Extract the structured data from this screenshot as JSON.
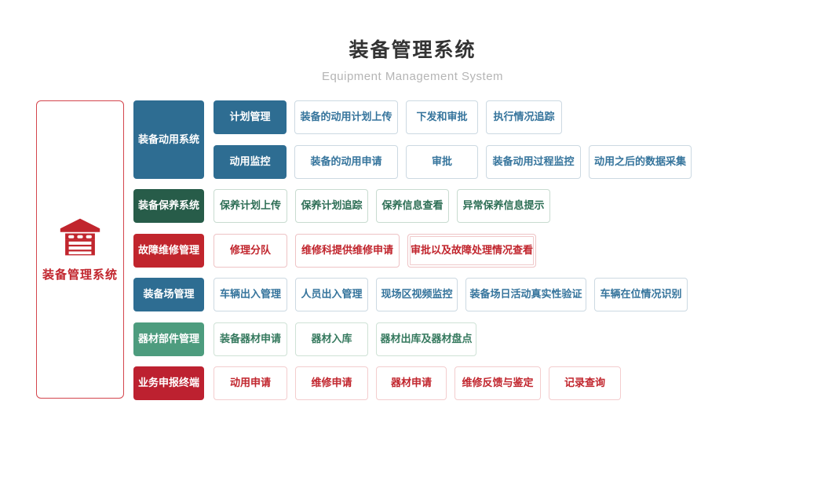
{
  "header": {
    "title": "装备管理系统",
    "subtitle": "Equipment Management System"
  },
  "root": {
    "label": "装备管理系统",
    "icon": "garage-icon"
  },
  "colors": {
    "blue": "#2e6d92",
    "dark_green": "#275c49",
    "red": "#c1252d",
    "green": "#4d9c7e",
    "dark_red": "#bd2130",
    "blue_item_text": "#35749c",
    "root_border": "#d4454d",
    "title_text": "#333333",
    "subtitle_text": "#b5b5b5"
  },
  "rows": [
    {
      "category": "装备动用系统",
      "theme": "blue",
      "subrows": [
        {
          "head": "计划管理",
          "items": [
            "装备的动用计划上传",
            "下发和审批",
            "执行情况追踪"
          ]
        },
        {
          "head": "动用监控",
          "items": [
            "装备的动用申请",
            "审批",
            "装备动用过程监控",
            "动用之后的数据采集"
          ]
        }
      ]
    },
    {
      "category": "装备保养系统",
      "theme": "dark-green",
      "items": [
        "保养计划上传",
        "保养计划追踪",
        "保养信息查看",
        "异常保养信息提示"
      ]
    },
    {
      "category": "故障维修管理",
      "theme": "red",
      "items": [
        "修理分队",
        "维修科提供维修申请",
        "审批以及故障处理情况查看"
      ]
    },
    {
      "category": "装备场管理",
      "theme": "blue",
      "items": [
        "车辆出入管理",
        "人员出入管理",
        "现场区视频监控",
        "装备场日活动真实性验证",
        "车辆在位情况识别"
      ]
    },
    {
      "category": "器材部件管理",
      "theme": "green",
      "items": [
        "装备器材申请",
        "器材入库",
        "器材出库及器材盘点"
      ]
    },
    {
      "category": "业务申报终端",
      "theme": "dark-red",
      "items": [
        "动用申请",
        "维修申请",
        "器材申请",
        "维修反馈与鉴定",
        "记录查询"
      ]
    }
  ]
}
